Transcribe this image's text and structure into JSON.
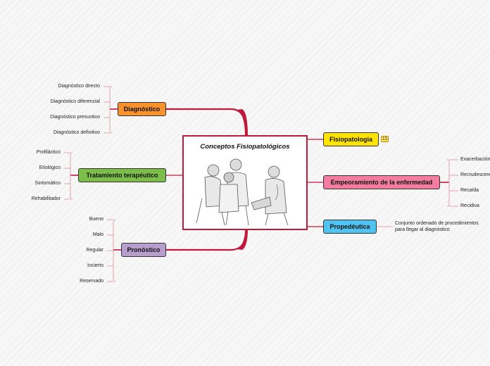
{
  "central": {
    "title": "Conceptos Fisiopatológicos",
    "illustration_icon": "doctors-patient-illustration"
  },
  "colors": {
    "central_border": "#c0193c",
    "link": "#c0193c",
    "leaf_link": "#e08a9a"
  },
  "left_branches": [
    {
      "label": "Diagnóstico",
      "color": "#f7922c",
      "leaves": [
        "Diagnóstico directo",
        "Diagnóstico diferencial",
        "Diagnóstico presuntivo",
        "Diagnóstico definitivo"
      ]
    },
    {
      "label": "Tratamiento terapéutico",
      "color": "#7dbe4a",
      "leaves": [
        "Profiláctico",
        "Etiológico",
        "Sintomático",
        "Rehabilitador"
      ]
    },
    {
      "label": "Pronóstico",
      "color": "#b79ecd",
      "leaves": [
        "Bueno",
        "Malo",
        "Regular",
        "Incierto",
        "Reservado"
      ]
    }
  ],
  "right_branches": [
    {
      "label": "Fisiopatologia",
      "color": "#ffe400",
      "badge": "13",
      "leaves": []
    },
    {
      "label": "Empeoramiento de la enfermedad",
      "color": "#f27ca2",
      "leaves": [
        "Exacerbación",
        "Recrudescencia",
        "Recaída",
        "Recidiva"
      ]
    },
    {
      "label": "Propedéutica",
      "color": "#4fc3f1",
      "note_lines": [
        "Conjunto ordenado de procedimientos",
        "para llegar al diagnóstico"
      ]
    }
  ]
}
